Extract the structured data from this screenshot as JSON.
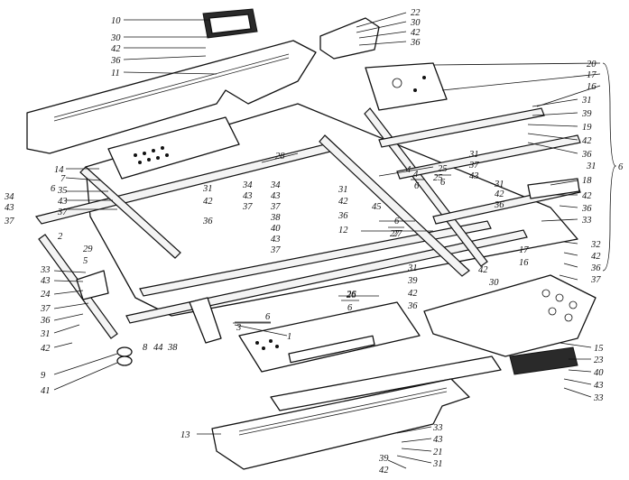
{
  "labels_left": [
    "10",
    "30",
    "42",
    "36",
    "11",
    "14",
    "7",
    "6",
    "35",
    "43",
    "37",
    "34",
    "43",
    "37",
    "2",
    "29",
    "5",
    "33",
    "43",
    "24",
    "37",
    "36",
    "31",
    "42",
    "9",
    "41",
    "8",
    "44",
    "38",
    "3"
  ],
  "labels_right": [
    "22",
    "30",
    "42",
    "36",
    "20",
    "17",
    "16",
    "31",
    "39",
    "19",
    "42",
    "36",
    "31",
    "18",
    "42",
    "36",
    "33",
    "32",
    "42",
    "36",
    "37",
    "15",
    "23",
    "40",
    "43",
    "33"
  ],
  "labels_center": [
    "28",
    "31",
    "42",
    "36",
    "34",
    "43",
    "37",
    "38",
    "40",
    "43",
    "37",
    "4",
    "25",
    "31",
    "37",
    "43",
    "45",
    "31",
    "42",
    "36",
    "12",
    "27",
    "31",
    "39",
    "42",
    "36",
    "42",
    "30",
    "26",
    "1",
    "17",
    "16",
    "34",
    "43",
    "37",
    "31",
    "42",
    "36",
    "13",
    "33",
    "43",
    "21",
    "39",
    "42",
    "31"
  ],
  "fraction_6_4": {
    "num": "4",
    "den": "6"
  },
  "fraction_6_25": {
    "num": "25",
    "den": "6"
  },
  "fraction_6_27": {
    "num": "6",
    "den": "27"
  },
  "fraction_26_6": {
    "num": "26",
    "den": "6"
  },
  "fraction_3_6": {
    "num": "3",
    "den": "6"
  },
  "brace_label": "6"
}
